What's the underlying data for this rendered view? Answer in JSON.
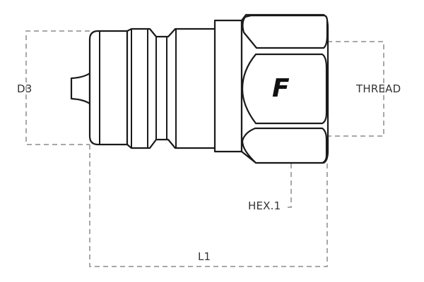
{
  "diagram": {
    "subject": "hydraulic quick coupling male plug",
    "logo_letter": "F",
    "labels": {
      "d3": "D3",
      "thread": "THREAD",
      "hex": "HEX.1",
      "length": "L1"
    },
    "colors": {
      "outline": "#1a1a1a",
      "dimension_lines": "#a8a8a8",
      "label_text": "#333333",
      "background": "#ffffff"
    }
  }
}
